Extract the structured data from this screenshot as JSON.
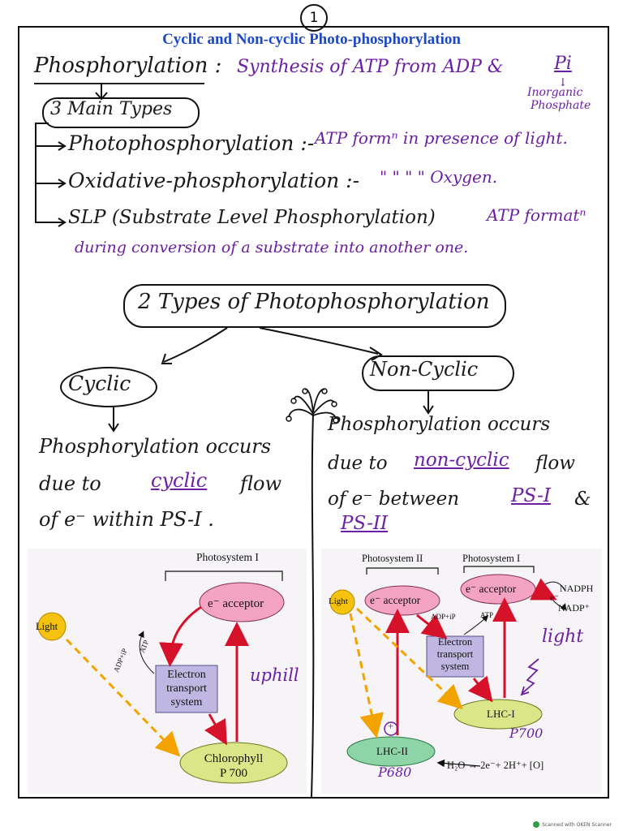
{
  "page_number": "1",
  "title": "Cyclic and Non-cyclic Photo-phosphorylation",
  "definition": {
    "term": "Phosphorylation :",
    "text": "Synthesis of ATP from ADP &",
    "pi": "Pi",
    "pi_note_line1": "Inorganic",
    "pi_note_line2": "Phosphate"
  },
  "types_heading": "3 Main Types",
  "types": [
    {
      "name": "Photophosphorylation :-",
      "desc": "ATP formⁿ in presence of light."
    },
    {
      "name": "Oxidative-phosphorylation :-",
      "desc": "\"   \"   \"   \" Oxygen."
    },
    {
      "name": "SLP (Substrate Level Phosphorylation)",
      "desc": "ATP formatⁿ"
    }
  ],
  "slp_continuation": "during conversion of a substrate into another one.",
  "photo_heading": "2 Types of Photophosphorylation",
  "cyclic": {
    "label": "Cyclic",
    "line1": "Phosphorylation occurs",
    "line2_pre": "due to",
    "line2_key": "cyclic",
    "line2_post": "flow",
    "line3": "of e⁻ within PS-I ."
  },
  "noncyclic": {
    "label": "Non-Cyclic",
    "line1": "Phosphorylation occurs",
    "line2_pre": "due to",
    "line2_key": "non-cyclic",
    "line2_post": "flow",
    "line3_pre": "of e⁻ between",
    "line3_key": "PS-I",
    "line3_post": "&",
    "line4_key": "PS-II"
  },
  "cyclic_diagram": {
    "photosystem": "Photosystem I",
    "acceptor": "e⁻ acceptor",
    "light": "Light",
    "ets_line1": "Electron",
    "ets_line2": "transport",
    "ets_line3": "system",
    "chloro_line1": "Chlorophyll",
    "chloro_line2": "P 700",
    "adp": "ADP+iP",
    "atp": "ATP",
    "uphill": "uphill"
  },
  "noncyclic_diagram": {
    "ps2": "Photosystem II",
    "ps1": "Photosystem I",
    "light": "Light",
    "acceptor2": "e⁻ acceptor",
    "acceptor1": "e⁻ acceptor",
    "nadph": "NADPH",
    "nadp": "NADP⁺",
    "e_minus": "e⁻",
    "adp": "ADP+iP",
    "atp": "ATP",
    "ets_line1": "Electron",
    "ets_line2": "transport",
    "ets_line3": "system",
    "lhc1": "LHC-I",
    "lhc2": "LHC-II",
    "p700": "P700",
    "p680": "P680",
    "plus": "+",
    "light_note": "light",
    "water_eq": "H₂O → 2e⁻+ 2H⁺+ [O]"
  },
  "footer": "Scanned with OKEN Scanner"
}
